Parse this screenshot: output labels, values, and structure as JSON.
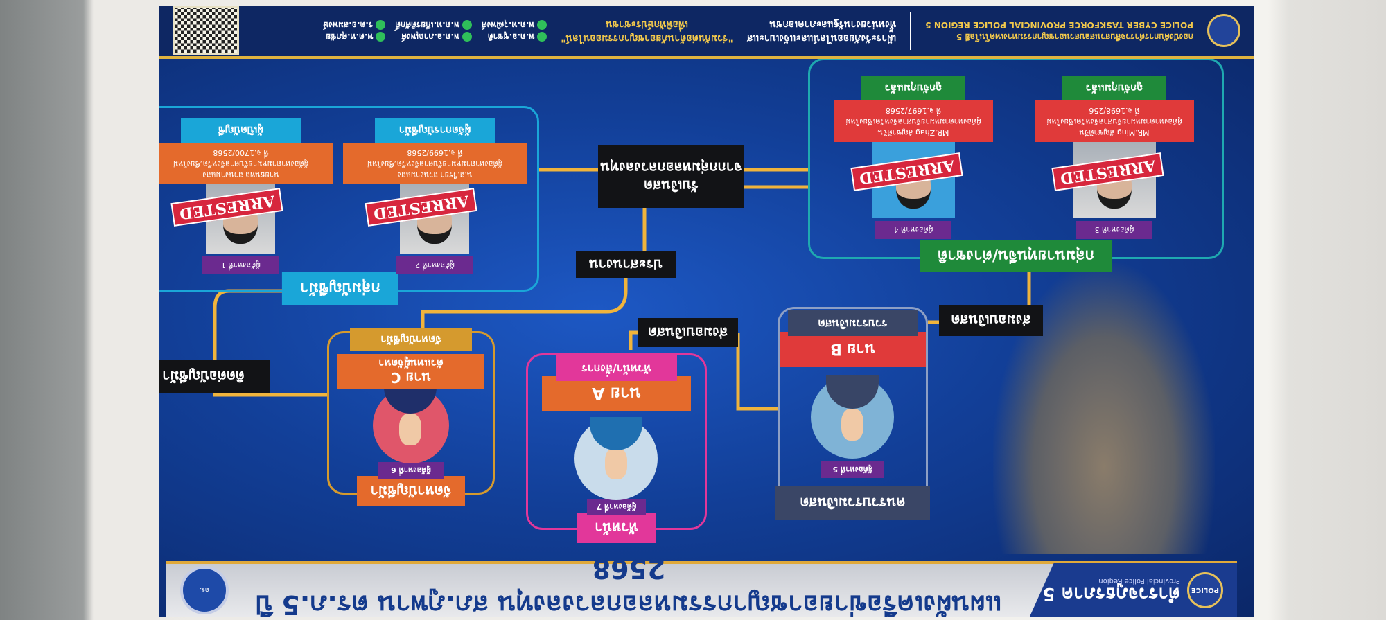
{
  "header": {
    "logo_line1": "ตำรวจภูธรภาค",
    "logo_number": "5",
    "logo_sub": "Provincial Police Region",
    "logo_badge": "POLICE",
    "title": "แผนผังเครือข่ายอาชญากรรมหลอกลวงลงทุน สภ.ภูพาน ตร.ภ.5 ปี 2568",
    "seal": "ตร."
  },
  "groups": {
    "foreign": {
      "label": "กลุ่มนายทุนจีน/ต่างชาติ",
      "cards": [
        {
          "tag": "ผู้ต้องหาที่ 3",
          "stamp": "ARRESTED",
          "name": "MR.Ming สัญชาติจีน",
          "warrant": "ผู้ต้องหาตามหมายจับศาลจังหวัดเชียงใหม่",
          "case": "ที่ จ.1698/256",
          "status": "ถูกจับกุมแล้ว"
        },
        {
          "tag": "ผู้ต้องหาที่ 4",
          "stamp": "ARRESTED",
          "name": "MR.Zhag สัญชาติจีน",
          "warrant": "ผู้ต้องหาตามหมายจับศาลจังหวัดเชียงใหม่",
          "case": "ที่ จ.1697/2568",
          "status": "ถูกจับกุมแล้ว"
        }
      ]
    },
    "mule": {
      "label": "กลุ่มบัญชีม้า",
      "cards": [
        {
          "tag": "ผู้ต้องหาที่ 2",
          "stamp": "ARRESTED",
          "name": "น.ส.วีรยา สวนงามแสง",
          "warrant": "ผู้ต้องหาตามหมายจับศาลจังหวัดเชียงใหม่",
          "case": "ที่ จ.1699/2568",
          "status": "ผู้จัดการบัญชีม้า"
        },
        {
          "tag": "ผู้ต้องหาที่ 1",
          "stamp": "ARRESTED",
          "name": "นายธนพล สวนงามแสง",
          "warrant": "ผู้ต้องหาตามหมายจับศาลจังหวัดเชียงใหม่",
          "case": "ที่ จ.1700/2568",
          "status": "ผู้เปิดบัญชี"
        }
      ]
    }
  },
  "nodes": {
    "b": {
      "tag": "ผู้ต้องหาที่ 5",
      "name": "นาย B",
      "role": "รวบรวมเงินสด",
      "footer": "คนรวบรวมเงินสด"
    },
    "a": {
      "tag": "ผู้ต้องหาที่ 7",
      "name": "นาย A",
      "role": "หัวหน้า/สั่งการ",
      "footer": "หัวหน้า"
    },
    "c": {
      "tag": "ผู้ต้องหาที่ 6",
      "name": "นาย C",
      "role": "ตัวแทนผู้จัดหา",
      "sub": "จัดหาบัญชีม้า",
      "footer": "จัดหาบัญชีม้า"
    }
  },
  "flows": {
    "receive": "รับเงินสด\nจากกลุ่มหลอกลวงลงทุน",
    "coordinate": "ประสานงาน",
    "handover1": "ส่งมอบเงินสด",
    "handover2": "ส่งมอบเงินสด",
    "contact": "ติดต่อบัญชีม้า"
  },
  "footer": {
    "org_th": "กองบังคับการตำรวจสืบสวนสอบสวนอาชญากรรมทางเทคโนโลยี 5",
    "org_en": "POLICE CYBER TASKFORCE PROVINCIAL POLICE REGION 5",
    "col1a": "เฝ้าระวังภัยออนไลน์และแจ้งเบาะแส",
    "col1b": "ทั้งหน่วยงานรัฐและภาคเอกชน",
    "col2a": "\"ร่วมกันต่อต้านภัยอาชญากรรมออนไลน์\"",
    "col2b": "เพื่อพิทักษ์ประชาชน",
    "contacts": [
      "พ.ต.อ.ชูชาติ",
      "พ.ต.อ.ภาณุพงศ์",
      "พ.ต.ท.ศุภชัย",
      "พ.ต.ท.วุฒิพงศ์",
      "พ.ต.ท.เกียรติศักดิ์",
      "ร.ต.อ.สมพงษ์"
    ]
  }
}
